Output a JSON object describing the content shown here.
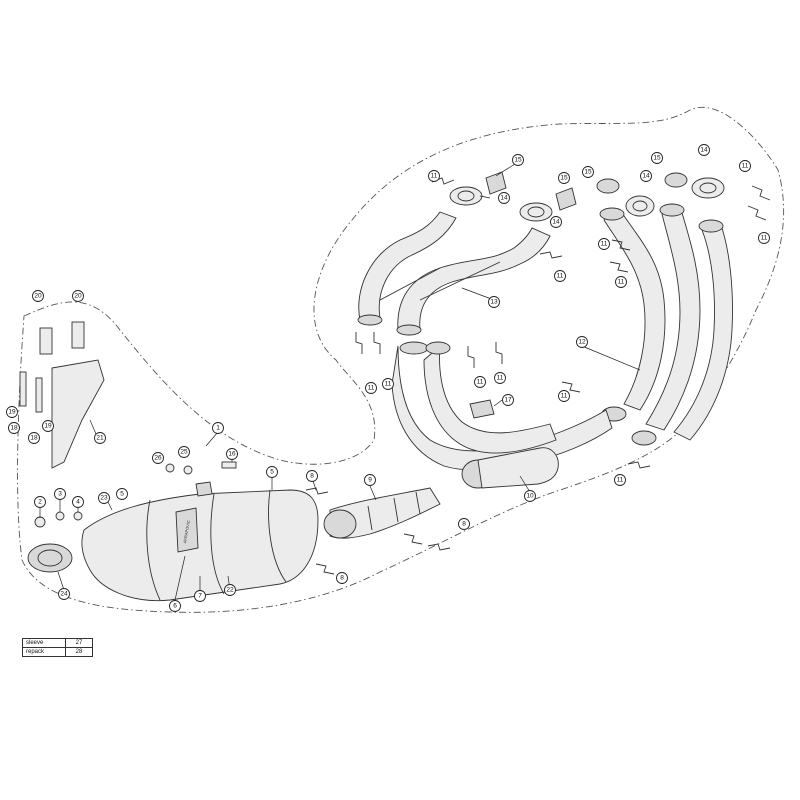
{
  "callouts": [
    "1",
    "2",
    "3",
    "4",
    "5",
    "6",
    "7",
    "8",
    "9",
    "10",
    "11",
    "12",
    "13",
    "14",
    "15",
    "16",
    "17",
    "18",
    "19",
    "20",
    "21",
    "22",
    "23",
    "24",
    "25",
    "26"
  ],
  "legend": [
    {
      "label": "sleeve",
      "value": "27"
    },
    {
      "label": "repack",
      "value": "28"
    }
  ],
  "brand_mark": "AKRAPOVIC"
}
